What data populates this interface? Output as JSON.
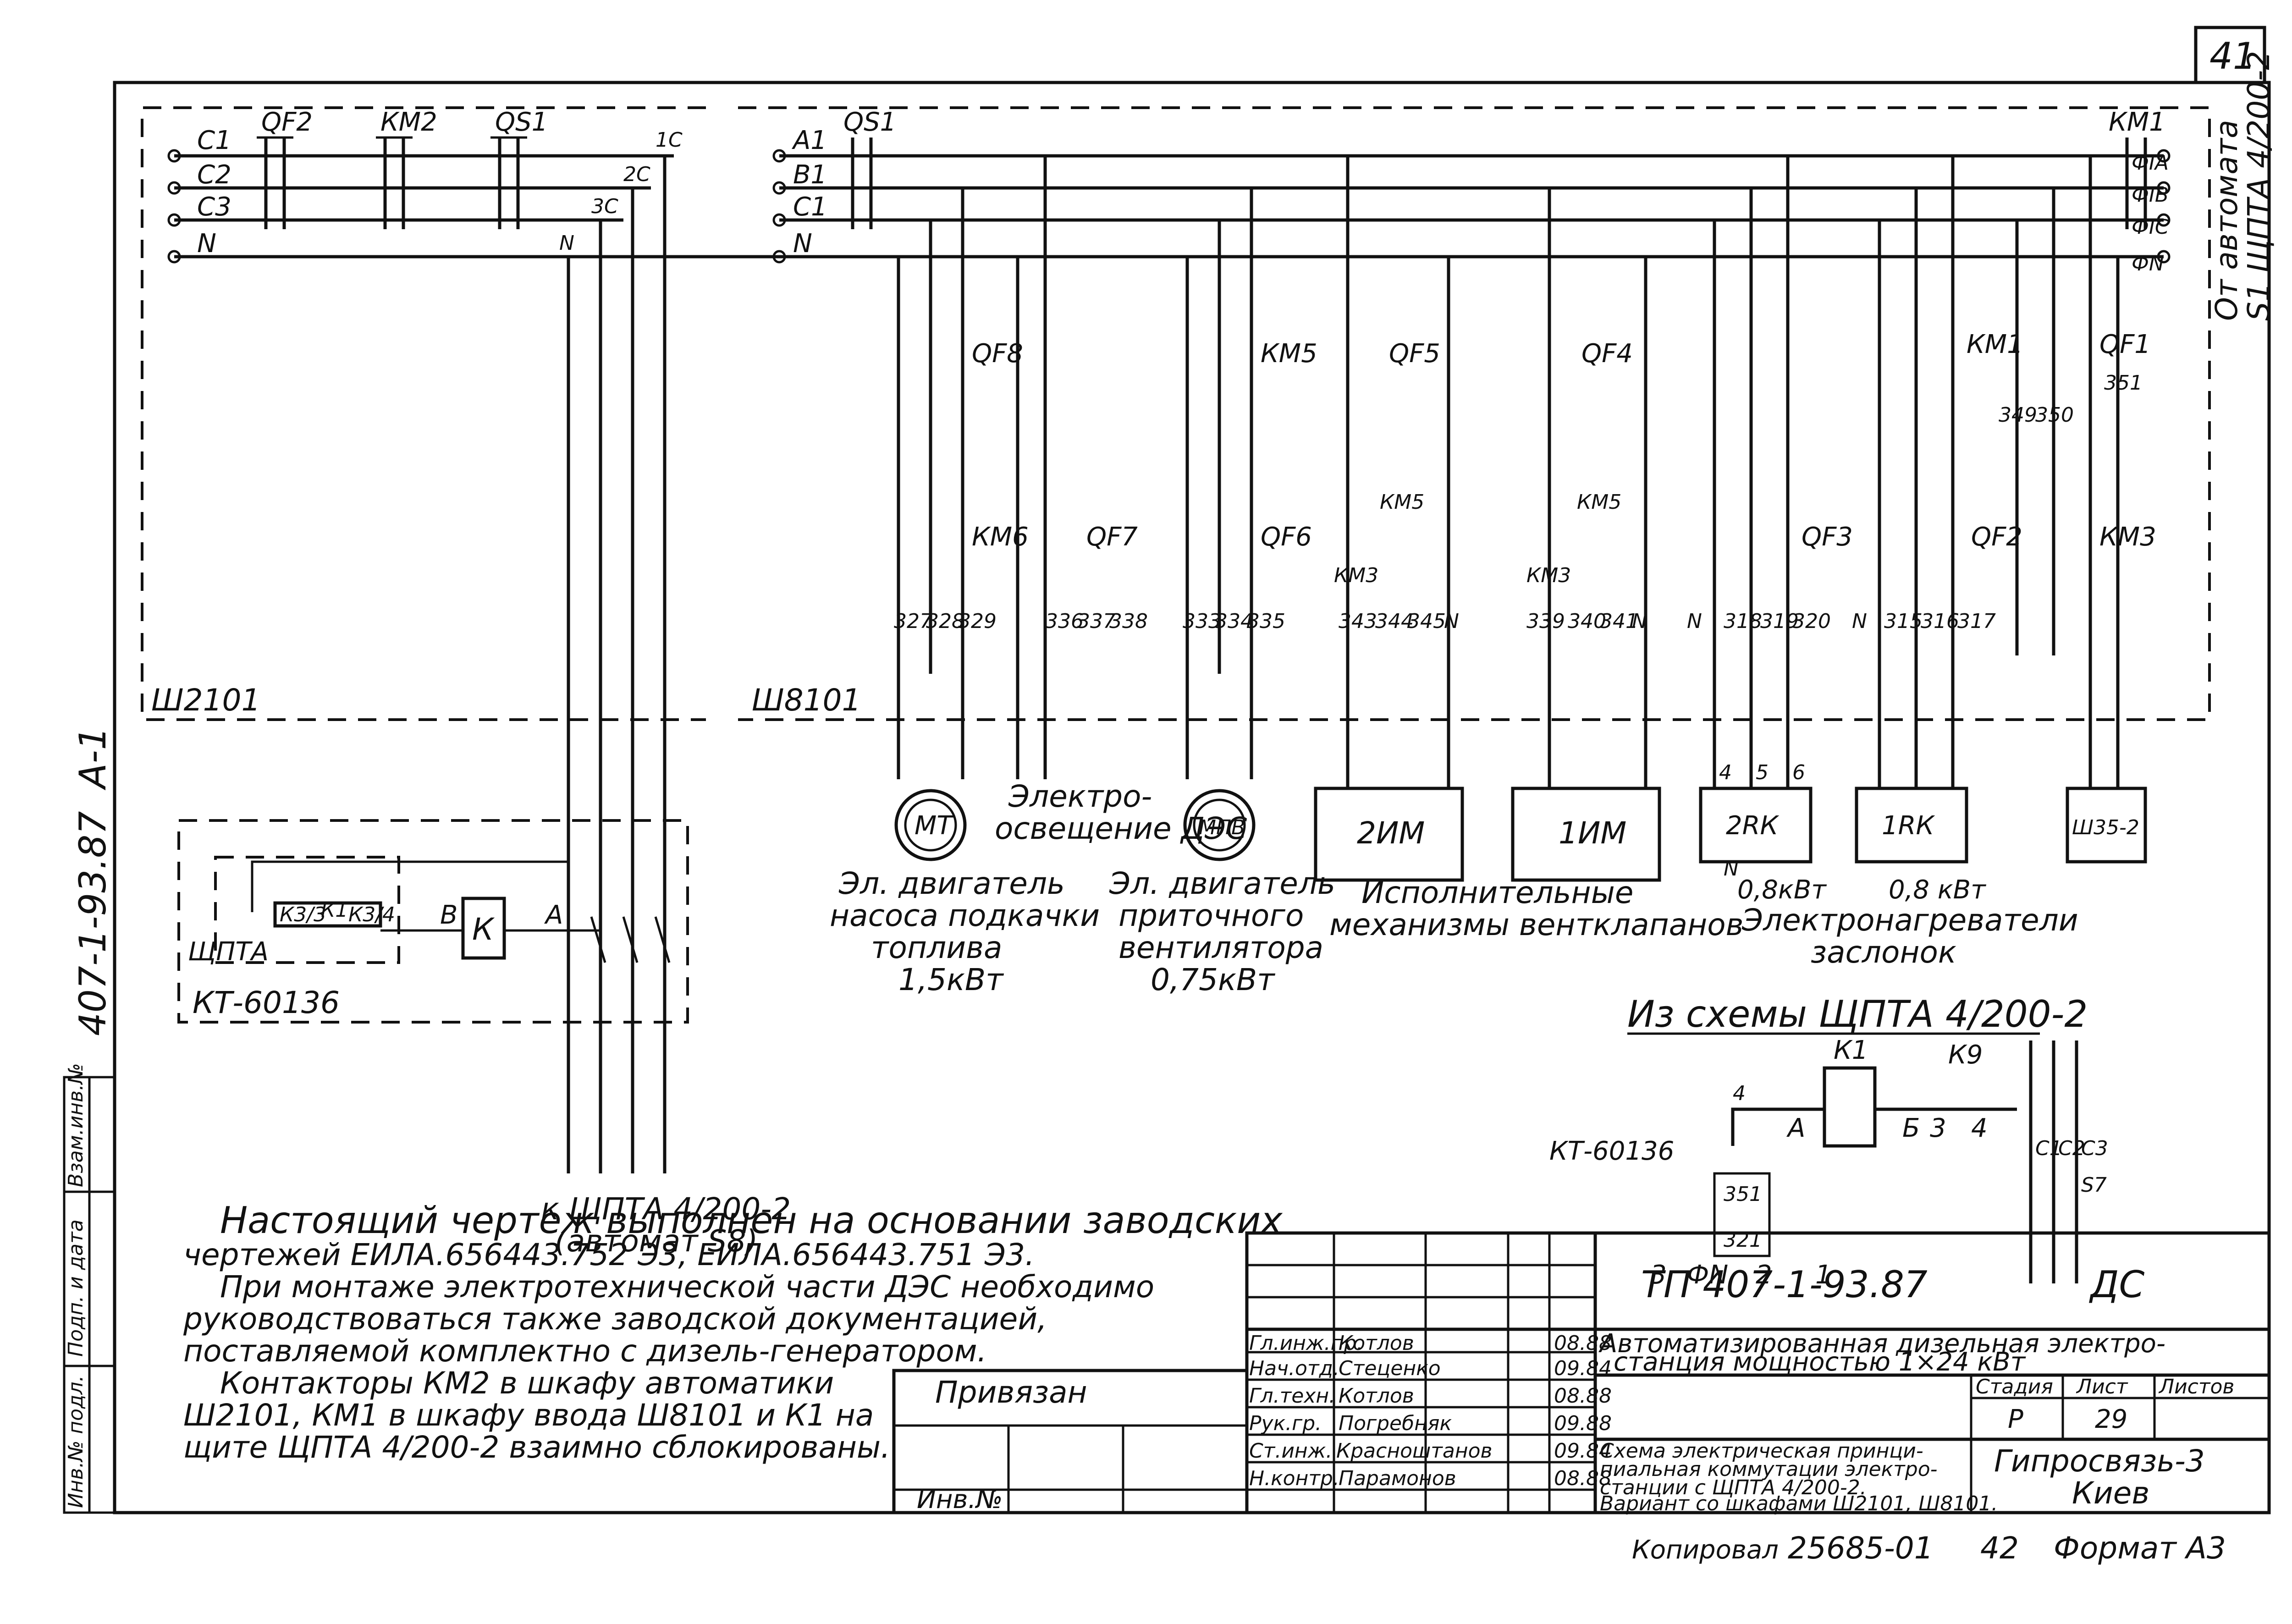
{
  "sheet_number": "41",
  "doc_side_code": "407-1-93.87",
  "doc_side_sheet": "А-1",
  "cabinets": {
    "left": "Ш2101",
    "right": "Ш8101",
    "cab_pta": "ЩПТА",
    "cab_kt": "КТ-60136"
  },
  "left_inputs": [
    "С1",
    "С2",
    "С3",
    "N"
  ],
  "right_inputs": [
    "А1",
    "В1",
    "С1",
    "N"
  ],
  "top_devices": [
    "QF2",
    "КМ2",
    "QS1",
    "QS1",
    "КМ1"
  ],
  "branch_labels": [
    "1С",
    "2С",
    "3С",
    "N"
  ],
  "source_top": {
    "phases": [
      "ФIА",
      "ФIВ",
      "ФIС",
      "ФN"
    ],
    "text": [
      "От автомата",
      "S1 ЩПТА 4/200-2"
    ]
  },
  "devices": [
    "QF8",
    "КМ5",
    "QF5",
    "QF4",
    "КМ1",
    "QF1",
    "КМ6",
    "QF7",
    "QF6",
    "КМ5",
    "КМ5",
    "КМ3",
    "КМ3",
    "QF3",
    "QF2",
    "КМ3",
    "351"
  ],
  "terminals": [
    "327",
    "328",
    "329",
    "336",
    "337",
    "338",
    "333",
    "334",
    "335",
    "343",
    "344",
    "345",
    "N",
    "339",
    "340",
    "341",
    "N",
    "N",
    "318",
    "319",
    "320",
    "N",
    "315",
    "316",
    "317",
    "349",
    "350"
  ],
  "loads": {
    "motor1_symbol": "МТ",
    "motor2_symbol": "МПВ",
    "motor1_caption": [
      "Эл. двигатель",
      "насоса подкачки",
      "топлива",
      "1,5кВт"
    ],
    "motor2_caption": [
      "Эл. двигатель",
      "приточного",
      "вентилятора",
      "0,75кВт"
    ],
    "lighting": [
      "Электро-",
      "освещение ДЭС"
    ],
    "actuator1": "2ИМ",
    "actuator2": "1ИМ",
    "actuator_caption": [
      "Исполнительные",
      "механизмы вентклапанов"
    ],
    "heater1": "2RК",
    "heater2": "1RК",
    "heater_terms": [
      "4",
      "5",
      "6",
      "N"
    ],
    "heater_power1": "0,8кВт",
    "heater_power2": "0,8 кВт",
    "heater_caption": [
      "Электронагреватели",
      "заслонок"
    ],
    "cab_right": "Ш35-2"
  },
  "control_circuit": {
    "relay_k": "К",
    "contacts": [
      "К3/3",
      "К1",
      "К3/4"
    ],
    "wires": [
      "В",
      "А"
    ],
    "to_pta": [
      "к ЩПТА 4/200-2",
      "(автомат S8)"
    ]
  },
  "inset": {
    "title": "Из схемы ЩПТА 4/200-2",
    "labels": [
      "КТ-60136",
      "К1",
      "К9",
      "4",
      "А",
      "Б",
      "3",
      "4",
      "351",
      "321",
      "3",
      "ФN",
      "2",
      "1",
      "C1",
      "C2",
      "C3",
      "S7"
    ]
  },
  "notes": [
    "Настоящий чертеж выполнен на основании заводских",
    "чертежей ЕИЛА.656443.752 Э3, ЕИЛА.656443.751 Э3.",
    "При монтаже электротехнической части ДЭС необходимо",
    "руководствоваться также заводской документацией,",
    "поставляемой комплектно с дизель-генератором.",
    "Контакторы КМ2 в шкафу автоматики",
    "Ш2101, КМ1 в шкафу ввода Ш8101 и К1 на",
    "щите ЩПТА 4/200-2 взаимно сблокированы."
  ],
  "side_stamp": [
    "Инв.№ подл.",
    "Подп. и дата",
    "Взам.инв.№"
  ],
  "title_block": {
    "code": "ТП 407-1-93.87",
    "mark": "ДС",
    "title": [
      "Автоматизированная дизельная электро-",
      "станция мощностью 1×24 кВт"
    ],
    "roles": [
      "Гл.инж.пр.",
      "Нач.отд.",
      "Гл.техн.",
      "Рук.гр.",
      "Ст.инж.",
      "Н.контр."
    ],
    "names": [
      "Котлов",
      "Стеценко",
      "Котлов",
      "Погребняк",
      "Красноштанов",
      "Парамонов"
    ],
    "dates": [
      "08.88",
      "09.84",
      "08.88",
      "09.88",
      "09.84",
      "08.88"
    ],
    "privyazan": "Привязан",
    "inv": "Инв.№",
    "stage_label": "Стадия",
    "sheet_label": "Лист",
    "sheets_label": "Листов",
    "stage": "Р",
    "sheet": "29",
    "desc": [
      "Схема электрическая принци-",
      "пиальная коммутации электро-",
      "станции с ЩПТА 4/200-2.",
      "Вариант со шкафами Ш2101, Ш8101."
    ],
    "org": [
      "Гипросвязь-3",
      "Киев"
    ]
  },
  "footer": {
    "copied": "Копировал",
    "order": "25685-01",
    "num": "42",
    "format": "Формат А3"
  }
}
